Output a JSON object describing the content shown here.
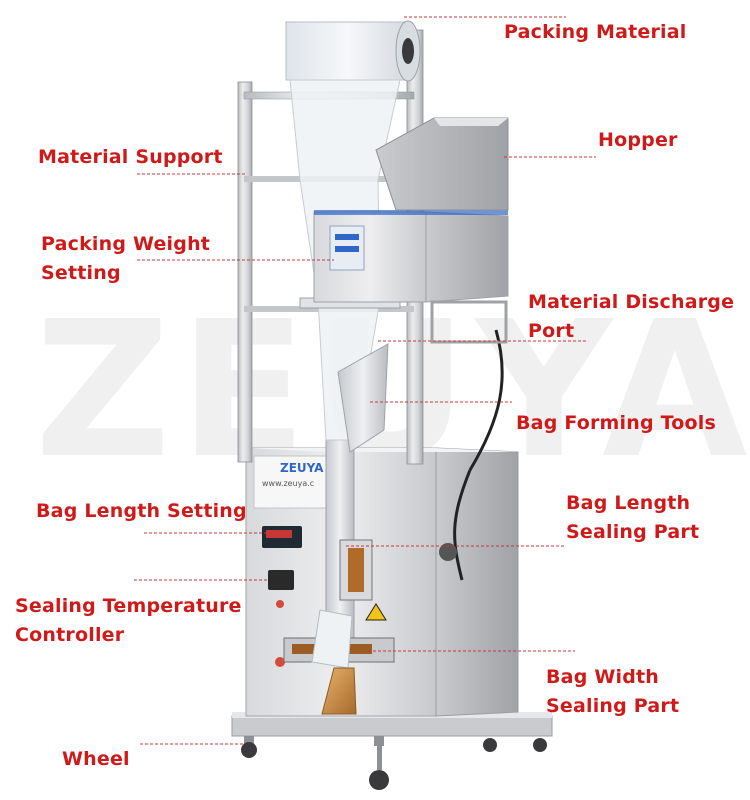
{
  "watermark": "ZEUYA",
  "machine": {
    "brand_label": "ZEUYA",
    "website": "www.zeuya.c"
  },
  "labels": [
    {
      "id": "packing-material",
      "lines": [
        "Packing Material"
      ]
    },
    {
      "id": "hopper",
      "lines": [
        "Hopper"
      ]
    },
    {
      "id": "material-support",
      "lines": [
        "Material Support"
      ]
    },
    {
      "id": "packing-weight",
      "lines": [
        "Packing Weight",
        "Setting"
      ]
    },
    {
      "id": "material-discharge",
      "lines": [
        "Material Discharge",
        "Port"
      ]
    },
    {
      "id": "bag-forming",
      "lines": [
        "Bag Forming Tools"
      ]
    },
    {
      "id": "bag-length-setting",
      "lines": [
        "Bag Length Setting"
      ]
    },
    {
      "id": "bag-length-sealing",
      "lines": [
        "Bag Length",
        "Sealing Part"
      ]
    },
    {
      "id": "sealing-temp",
      "lines": [
        "Sealing Temperature",
        "Controller"
      ]
    },
    {
      "id": "bag-width-sealing",
      "lines": [
        "Bag Width",
        "Sealing Part"
      ]
    },
    {
      "id": "wheel",
      "lines": [
        "Wheel"
      ]
    }
  ],
  "colors": {
    "label": "#d01a1a",
    "steel_light": "#e9e9ea",
    "steel_mid": "#c4c6c9",
    "steel_dark": "#8d9095",
    "accent_blue": "#2f66c9",
    "copper": "#c4863f"
  }
}
